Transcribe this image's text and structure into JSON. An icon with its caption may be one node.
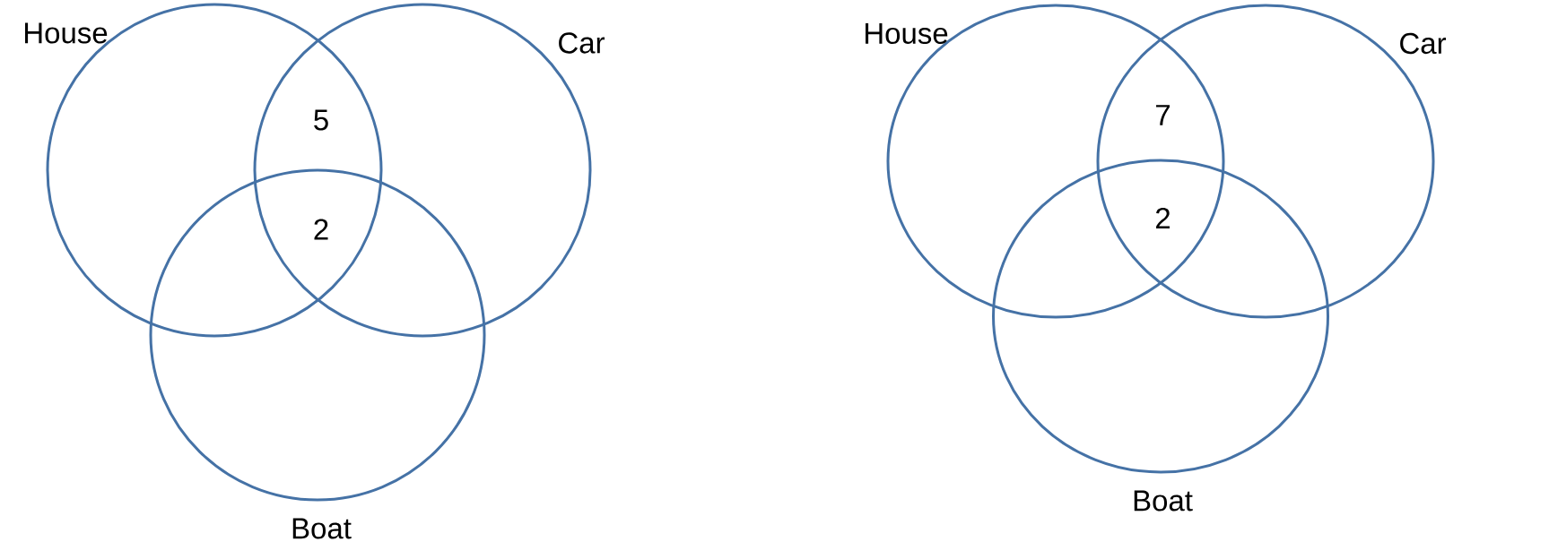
{
  "diagram": {
    "nodes": [
      {
        "text": [
          "House"
        ]
      },
      {
        "text": [
          "Car"
        ]
      },
      {
        "text": [
          "Boat"
        ]
      },
      {
        "text": [
          "House"
        ]
      },
      {
        "text": [
          "Car"
        ]
      },
      {
        "text": [
          "Boat"
        ]
      }
    ],
    "labels": [
      "5",
      "2",
      "7",
      "2"
    ]
  }
}
